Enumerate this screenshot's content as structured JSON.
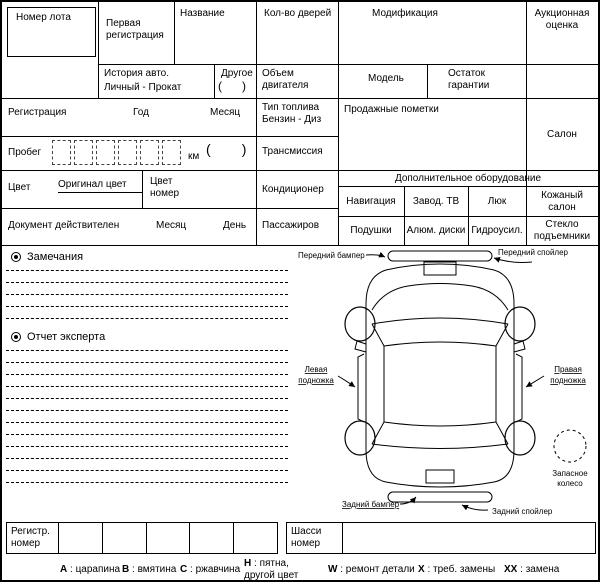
{
  "header": {
    "lot_number": "Номер лота",
    "first_registration": "Первая регистрация",
    "name": "Название",
    "doors": "Кол-во дверей",
    "modification": "Модификация",
    "auction_rating": "Аукционная оценка",
    "history_label": "История авто.",
    "history_options": "Личный - Прокат",
    "other_label": "Другое",
    "other_blank": "(      )",
    "engine_volume": "Объем двигателя",
    "model": "Модель",
    "warranty_remaining": "Остаток гарантии",
    "registration": "Регистрация",
    "year": "Год",
    "month": "Месяц",
    "fuel_type_label": "Тип топлива",
    "fuel_type_options": "Бензин - Диз",
    "sales_notes": "Продажные пометки",
    "salon": "Салон",
    "mileage_label": "Пробег",
    "mileage_unit": "км",
    "mileage_blank": "(        )",
    "transmission": "Трансмиссия",
    "color_label": "Цвет",
    "original_color": "Оригинал цвет",
    "color_number": "Цвет номер",
    "air_conditioner": "Кондиционер",
    "additional_equipment": "Дополнительное оборудование",
    "navigation": "Навигация",
    "factory_tv": "Завод. ТВ",
    "sunroof": "Люк",
    "leather_interior": "Кожаный салон",
    "document_valid": "Документ действителен",
    "doc_month": "Месяц",
    "doc_day": "День",
    "passengers": "Пассажиров",
    "airbags": "Подушки",
    "alloy_wheels": "Алюм. диски",
    "power_steering": "Гидроусил.",
    "power_windows": "Стекло подъемники"
  },
  "notes": {
    "remarks_label": "Замечания",
    "expert_report_label": "Отчет эксперта"
  },
  "diagram": {
    "front_bumper": "Передний бампер",
    "front_spoiler": "Передний спойлер",
    "left_step_1": "Левая",
    "left_step_2": "подножка",
    "right_step_1": "Правая",
    "right_step_2": "подножка",
    "spare_wheel_1": "Запасное",
    "spare_wheel_2": "колесо",
    "rear_bumper": "Задний бампер",
    "rear_spoiler": "Задний спойлер"
  },
  "footer": {
    "reg_number": "Регистр. номер",
    "chassis_number": "Шасси номер"
  },
  "legend": {
    "sep": " : ",
    "items": [
      {
        "code": "A",
        "label": "царапина"
      },
      {
        "code": "B",
        "label": "вмятина"
      },
      {
        "code": "C",
        "label": "ржавчина"
      },
      {
        "code": "H",
        "label": "пятна, другой цвет"
      },
      {
        "code": "W",
        "label": "ремонт детали"
      },
      {
        "code": "X",
        "label": "треб. замены"
      },
      {
        "code": "XX",
        "label": "замена"
      }
    ]
  }
}
